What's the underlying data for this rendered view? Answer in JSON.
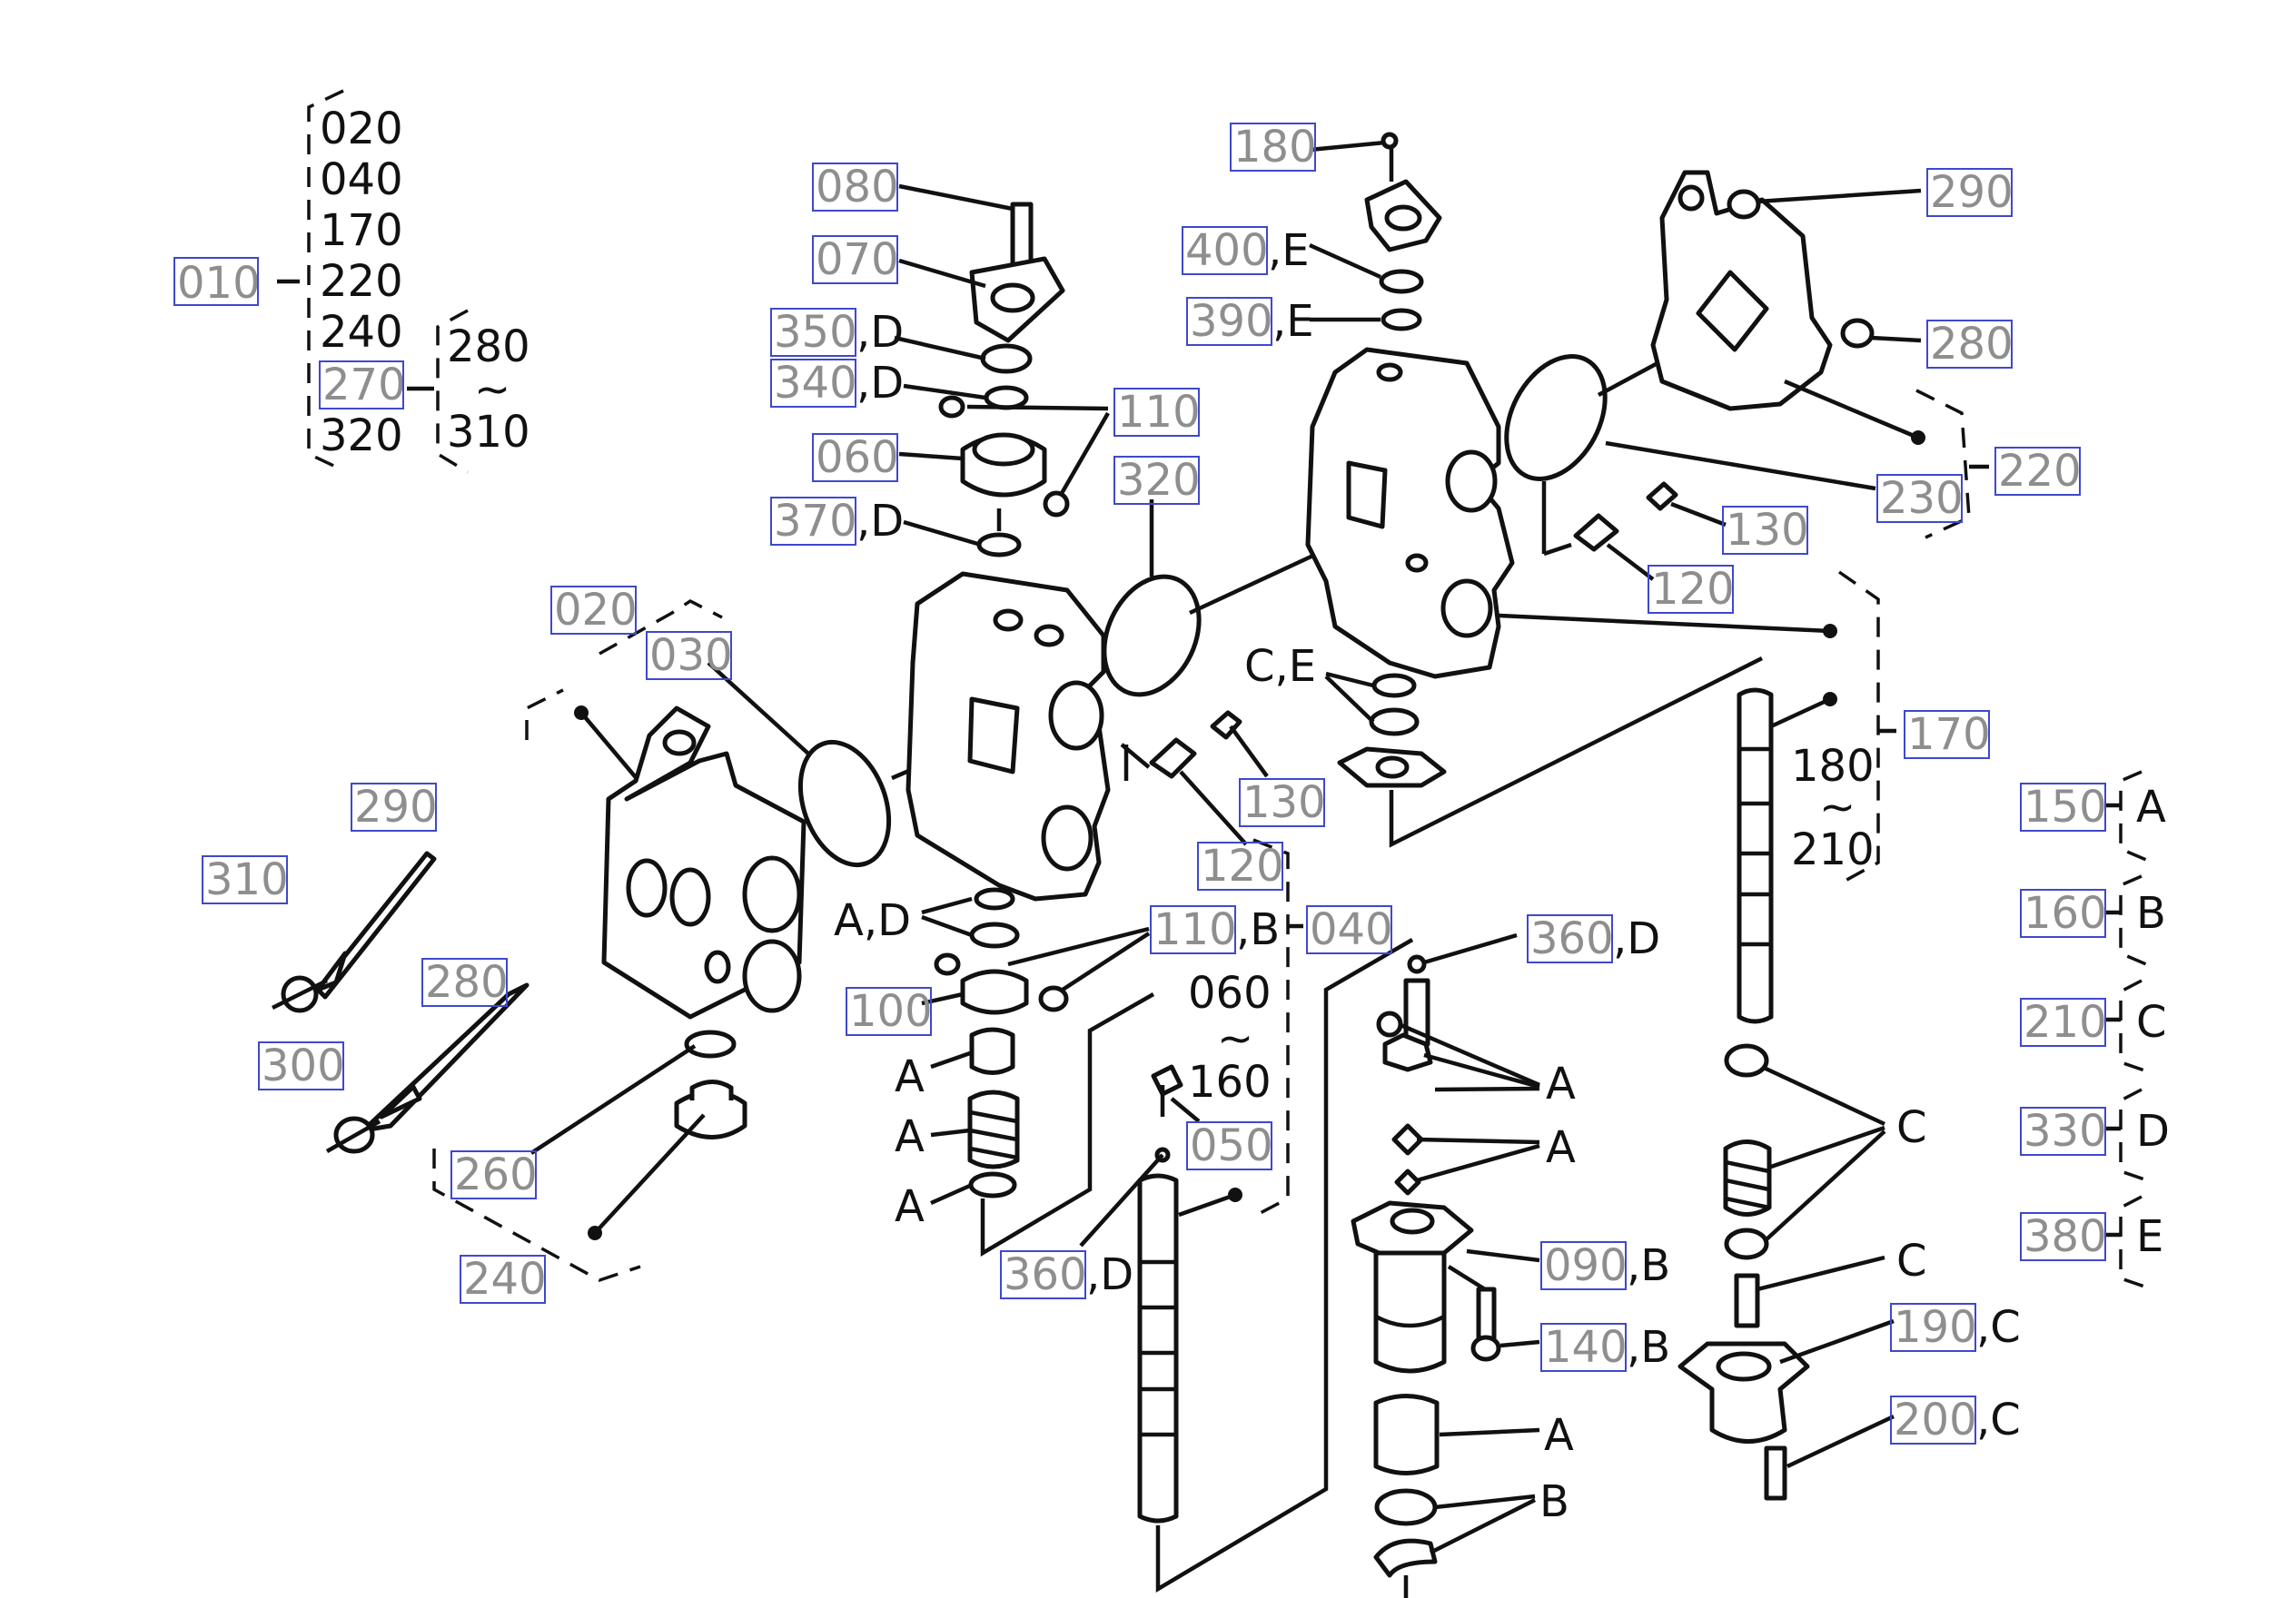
{
  "colors": {
    "ink": "#111111",
    "ref_text": "#8e8e8e",
    "ref_box": "#3f48cc",
    "background": "#ffffff"
  },
  "kit": {
    "ref": "010",
    "items": [
      "020",
      "040",
      "170",
      "220",
      "240",
      "270",
      "320"
    ],
    "sub_ref": "270",
    "sub_range_start": "280",
    "sub_range_sep": "~",
    "sub_range_end": "310"
  },
  "callouts": {
    "c020": {
      "ref": "020",
      "suffix": ""
    },
    "c030": {
      "ref": "030",
      "suffix": ""
    },
    "c290_left": {
      "ref": "290",
      "suffix": ""
    },
    "c310": {
      "ref": "310",
      "suffix": ""
    },
    "c280_left": {
      "ref": "280",
      "suffix": ""
    },
    "c300": {
      "ref": "300",
      "suffix": ""
    },
    "c260": {
      "ref": "260",
      "suffix": ""
    },
    "c240": {
      "ref": "240",
      "suffix": ""
    },
    "c080": {
      "ref": "080",
      "suffix": ""
    },
    "c070": {
      "ref": "070",
      "suffix": ""
    },
    "c350": {
      "ref": "350",
      "suffix": ",D"
    },
    "c340": {
      "ref": "340",
      "suffix": ",D"
    },
    "c060": {
      "ref": "060",
      "suffix": ""
    },
    "c370": {
      "ref": "370",
      "suffix": ",D"
    },
    "c110_top": {
      "ref": "110",
      "suffix": ""
    },
    "c320": {
      "ref": "320",
      "suffix": ""
    },
    "c130_mid": {
      "ref": "130",
      "suffix": ""
    },
    "c120_mid": {
      "ref": "120",
      "suffix": ""
    },
    "c110_b": {
      "ref": "110",
      "suffix": ",B"
    },
    "c040": {
      "ref": "040",
      "suffix": ""
    },
    "c100": {
      "ref": "100",
      "suffix": ""
    },
    "c050": {
      "ref": "050",
      "suffix": ""
    },
    "c360_left": {
      "ref": "360",
      "suffix": ",D"
    },
    "c180_top": {
      "ref": "180",
      "suffix": ""
    },
    "c400": {
      "ref": "400",
      "suffix": ",E"
    },
    "c390": {
      "ref": "390",
      "suffix": ",E"
    },
    "c290_right": {
      "ref": "290",
      "suffix": ""
    },
    "c280_right": {
      "ref": "280",
      "suffix": ""
    },
    "c230": {
      "ref": "230",
      "suffix": ""
    },
    "c220": {
      "ref": "220",
      "suffix": ""
    },
    "c130_right": {
      "ref": "130",
      "suffix": ""
    },
    "c120_right": {
      "ref": "120",
      "suffix": ""
    },
    "c170": {
      "ref": "170",
      "suffix": ""
    },
    "c360_right": {
      "ref": "360",
      "suffix": ",D"
    },
    "c090": {
      "ref": "090",
      "suffix": ",B"
    },
    "c140": {
      "ref": "140",
      "suffix": ",B"
    },
    "c190": {
      "ref": "190",
      "suffix": ",C"
    },
    "c200": {
      "ref": "200",
      "suffix": ",C"
    }
  },
  "texts": {
    "ad": "A,D",
    "a1": "A",
    "a2": "A",
    "a3": "A",
    "range_mid_start": "060",
    "range_mid_sep": "~",
    "range_mid_end": "160",
    "ce": "C,E",
    "range_right_start": "180",
    "range_right_sep": "~",
    "range_right_end": "210",
    "a_right1": "A",
    "a_right2": "A",
    "a_right3": "A",
    "b_right": "B",
    "c_right1": "C",
    "c_right2": "C"
  },
  "legend": [
    {
      "ref": "150",
      "letter": "A"
    },
    {
      "ref": "160",
      "letter": "B"
    },
    {
      "ref": "210",
      "letter": "C"
    },
    {
      "ref": "330",
      "letter": "D"
    },
    {
      "ref": "380",
      "letter": "E"
    }
  ]
}
